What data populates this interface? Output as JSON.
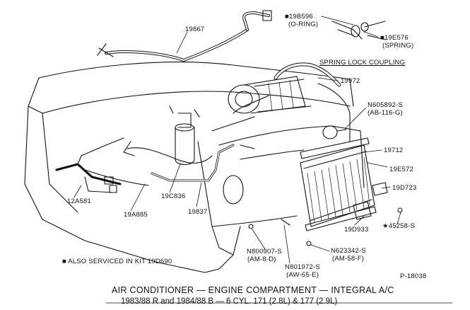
{
  "callouts": {
    "hose_19867": "19867",
    "oring_part": "■19B596",
    "oring_desc": "(O-RING)",
    "spring_part": "■19E576",
    "spring_desc": "(SPRING)",
    "spring_lock_coupling": "SPRING LOCK COUPLING",
    "part_19972": "19972",
    "n605892_part": "N605892-S",
    "n605892_spec": "(AB-116-G)",
    "part_19712": "19712",
    "part_19e572": "19E572",
    "part_19d723": "19D723",
    "part_45258": "★45258-S",
    "part_19d933": "19D933",
    "n623342_part": "N623342-S",
    "n623342_spec": "(AM-58-F)",
    "n801972_part": "N801972-S",
    "n801972_spec": "(AW-65-E)",
    "n800907_part": "N800907-S",
    "n800907_spec": "(AM-8-D)",
    "part_19837": "19837",
    "part_19c836": "19C836",
    "part_19a885": "19A885",
    "part_12a581": "12A581"
  },
  "note": "■ ALSO SERVICED IN KIT 19D690",
  "figure_id": "P-18038",
  "caption": {
    "line1": "AIR CONDITIONER — ENGINE COMPARTMENT — INTEGRAL A/C",
    "line2": "1983/88 R and 1984/88 B — 6 CYL. 171 (2.8L) & 177 (2.9L)"
  }
}
